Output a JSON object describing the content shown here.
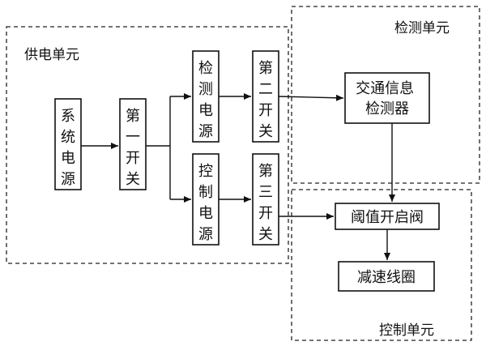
{
  "groups": {
    "power": {
      "label": "供电单元"
    },
    "detect": {
      "label": "检测单元"
    },
    "control": {
      "label": "控制单元"
    }
  },
  "boxes": {
    "system_power": {
      "label": "系统电源"
    },
    "first_switch": {
      "label": "第一开关"
    },
    "detect_power": {
      "label": "检测电源"
    },
    "second_switch": {
      "label": "第二开关"
    },
    "control_power": {
      "label": "控制电源"
    },
    "third_switch": {
      "label": "第三开关"
    },
    "traffic_detector": {
      "lines": [
        "交通信息",
        "检测器"
      ]
    },
    "threshold_valve": {
      "label": "阈值开启阀"
    },
    "decel_coil": {
      "label": "减速线圈"
    }
  }
}
